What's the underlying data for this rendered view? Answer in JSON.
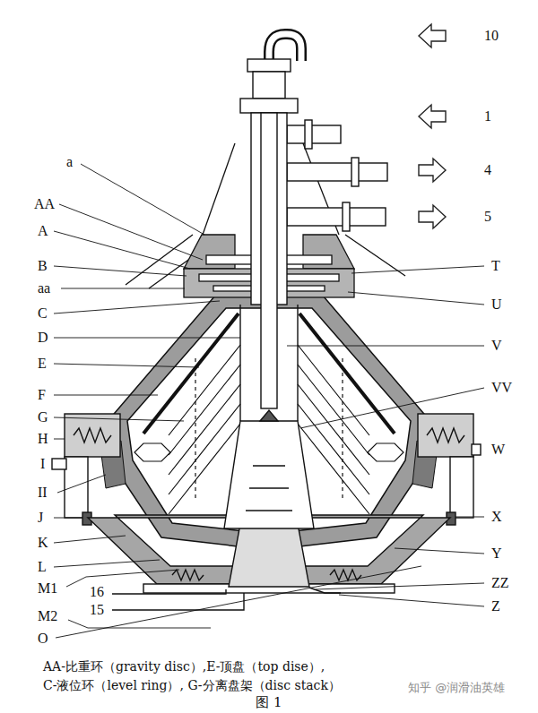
{
  "diagram": {
    "caption": "图 1",
    "labels": [
      "10",
      "1",
      "4",
      "5",
      "a",
      "AA",
      "A",
      "B",
      "aa",
      "C",
      "D",
      "E",
      "F",
      "G",
      "H",
      "I",
      "II",
      "J",
      "K",
      "L",
      "M1",
      "16",
      "M2",
      "15",
      "O",
      "T",
      "U",
      "V",
      "VV",
      "W",
      "X",
      "Y",
      "ZZ",
      "Z",
      "AA-比重环（gravity disc）,E-顶盘（top dise）,",
      "C-液位环（level ring）, G-分离盘架（disc stack）",
      "知乎 @润滑油英雄"
    ]
  }
}
